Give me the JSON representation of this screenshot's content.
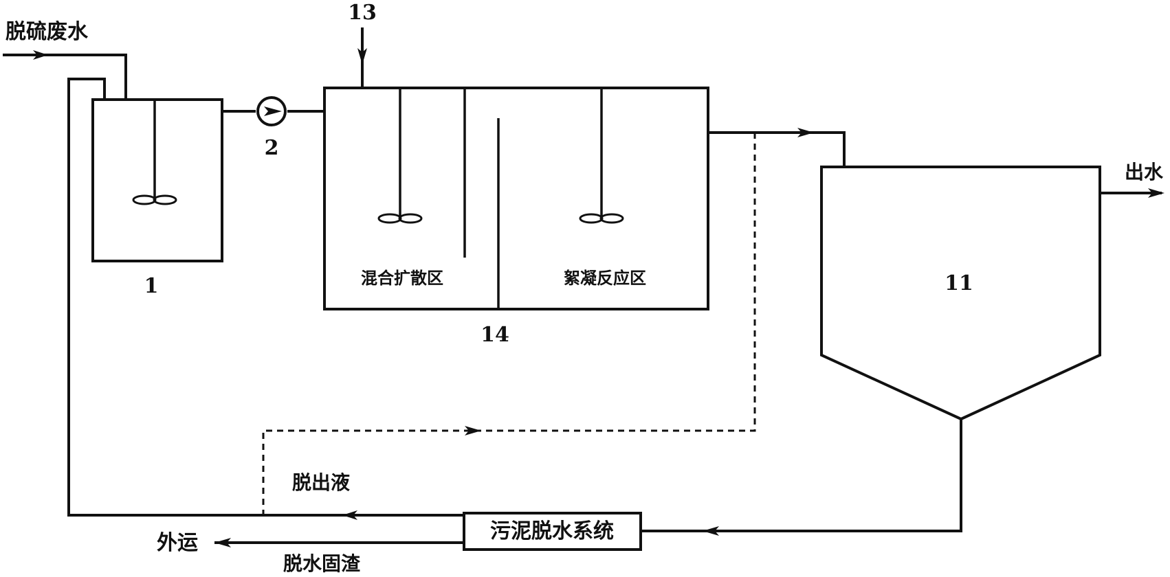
{
  "labels": {
    "inlet": "脱硫废水",
    "outlet": "出水",
    "filtrate": "脱出液",
    "export": "外运",
    "solids": "脱水固渣",
    "dewatering_system": "污泥脱水系统",
    "mixing_zone": "混合扩散区",
    "flocculation_zone": "絮凝反应区"
  },
  "numbers": {
    "tank": "1",
    "pump": "2",
    "clarifier": "11",
    "dosing": "13",
    "reactor": "14"
  }
}
